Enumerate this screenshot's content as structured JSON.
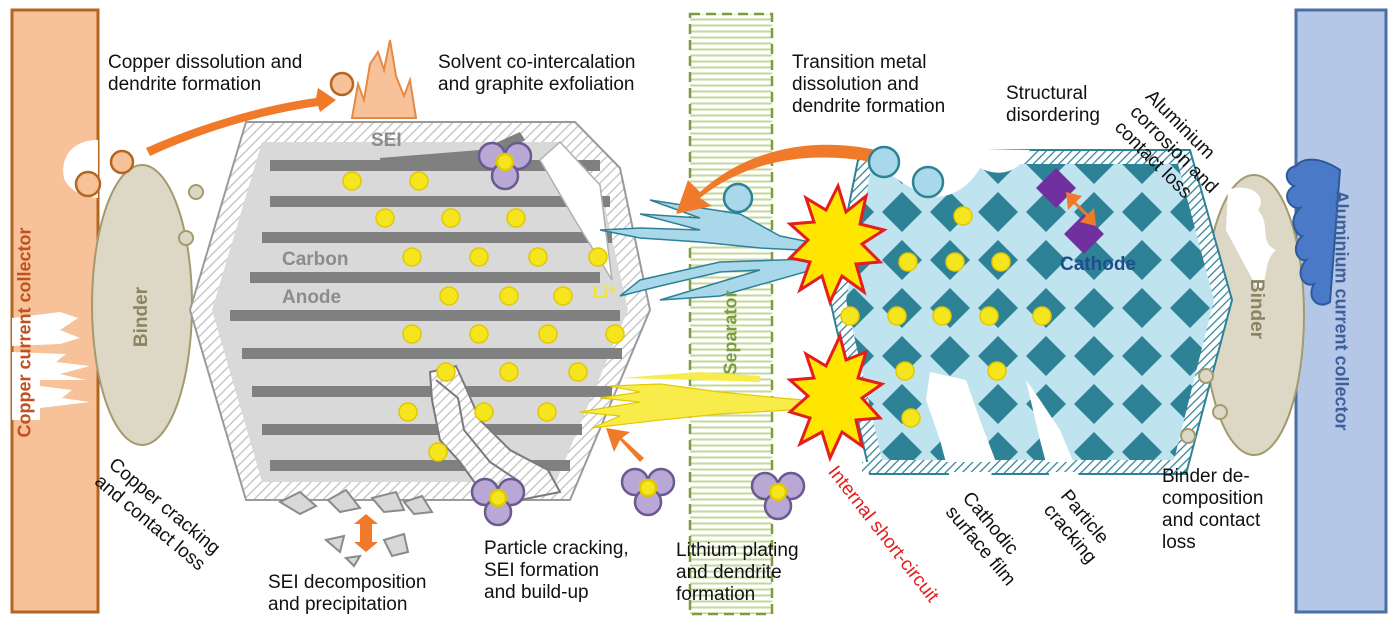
{
  "collectors": {
    "copper": "Copper current collector",
    "aluminium": "Aluminium current collector"
  },
  "components": {
    "binder_left": "Binder",
    "binder_right": "Binder",
    "separator": "Separator",
    "sei": "SEI",
    "carbon": "Carbon",
    "anode": "Anode",
    "li_ion": "Li⁺",
    "cathode": "Cathode"
  },
  "annotations": {
    "copper_dissolution": "Copper dissolution and\ndendrite formation",
    "solvent_cointercalation": "Solvent co-intercalation\nand graphite exfoliation",
    "transition_metal": "Transition metal\ndissolution and\ndendrite formation",
    "structural_disordering": "Structural\ndisordering",
    "aluminium_corrosion": "Aluminium\ncorrosion and\ncontact loss",
    "copper_cracking": "Copper cracking\nand contact loss",
    "sei_decomposition": "SEI decomposition\nand precipitation",
    "particle_cracking_sei": "Particle cracking,\nSEI formation\nand build-up",
    "lithium_plating": "Lithium plating\nand dendrite\nformation",
    "internal_short": "Internal short-circuit",
    "cathodic_surface_film": "Cathodic\nsurface film",
    "particle_cracking": "Particle\ncracking",
    "binder_decomposition": "Binder de-\ncomposition\nand contact\nloss"
  },
  "colors": {
    "copper_fill": "#f7c19a",
    "copper_edge": "#b5651d",
    "aluminium_fill": "#b4c7e7",
    "aluminium_edge": "#4a6fa5",
    "binder": "#ddd8c6",
    "graphite_layer": "#808080",
    "lithium": "#f5e51e",
    "cathode_bg": "#bfe4ef",
    "cathode_diamond": "#2e8296",
    "arrow": "#f07a2a",
    "short_circuit": "#e41e1e",
    "solvent": "#b9a8d6",
    "separator": "#a7c26a"
  }
}
